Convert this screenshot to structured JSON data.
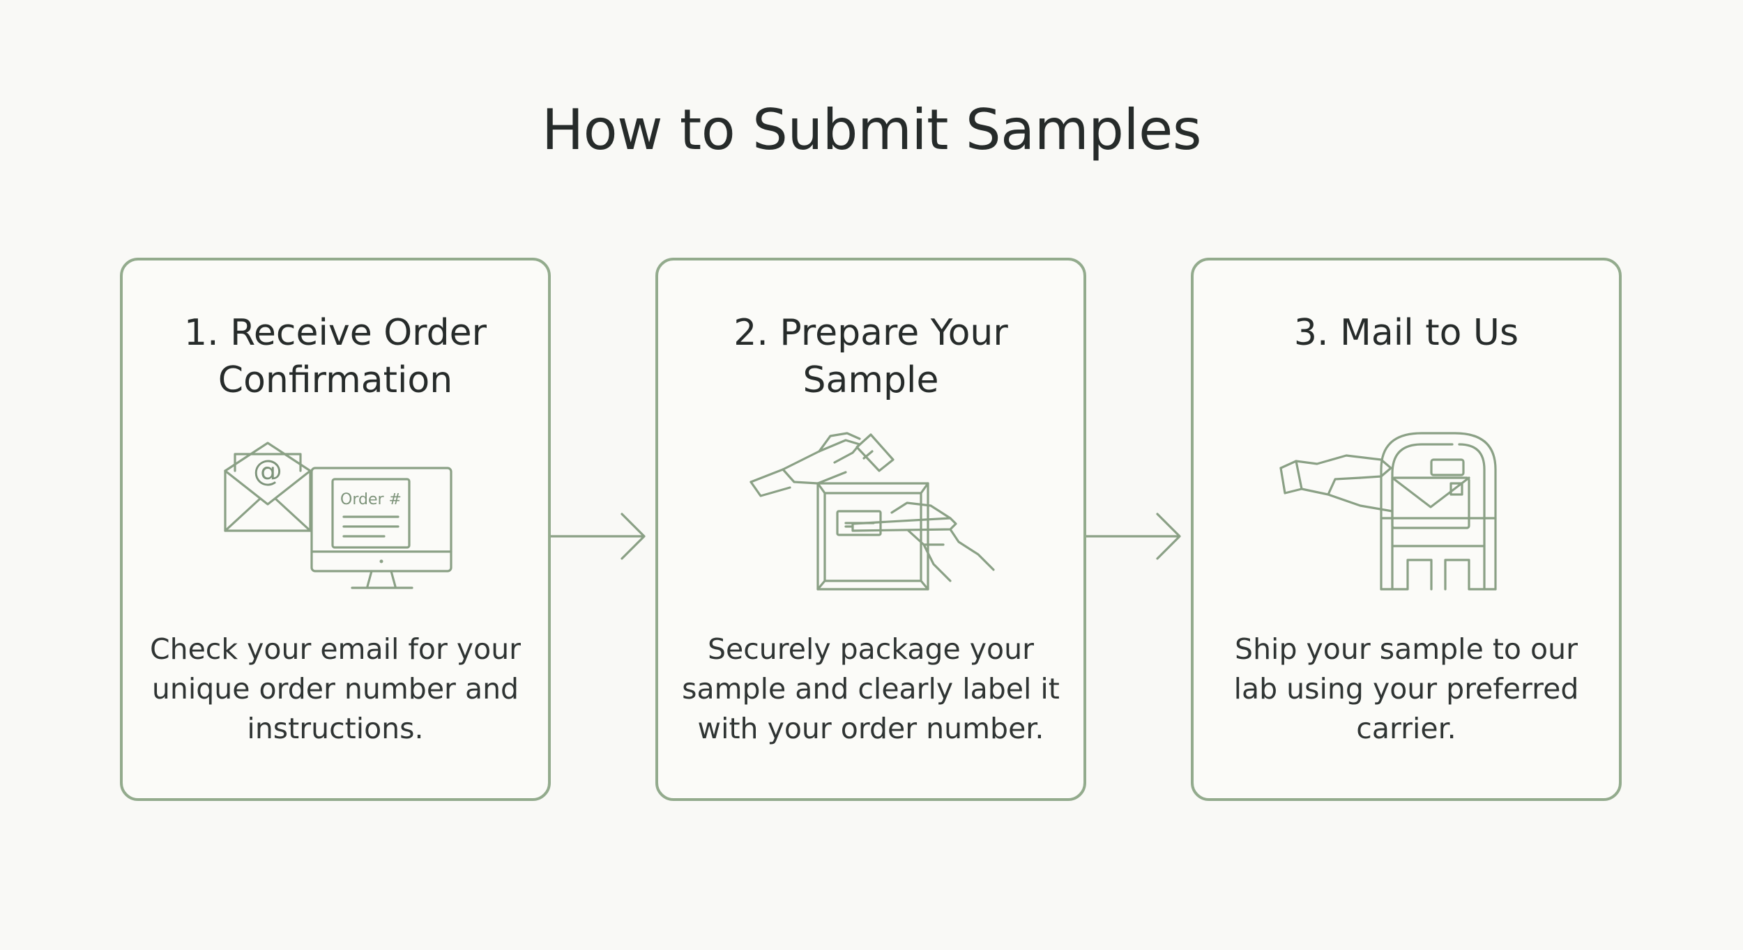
{
  "page": {
    "title": "How to Submit Samples"
  },
  "steps": [
    {
      "title": "1. Receive Order Confirmation",
      "description": "Check your email for your unique order number and instructions.",
      "icon": "email-and-monitor-icon",
      "order_label": "Order #",
      "email_symbol": "@"
    },
    {
      "title": "2. Prepare Your Sample",
      "description": "Securely package your sample and clearly label it with your order number.",
      "icon": "package-sample-icon"
    },
    {
      "title": "3. Mail to Us",
      "description": "Ship your sample to our lab using your preferred carrier.",
      "icon": "mailbox-icon"
    }
  ],
  "colors": {
    "accent": "#93ab8d",
    "text": "#262b2a",
    "background": "#f9f9f6"
  }
}
